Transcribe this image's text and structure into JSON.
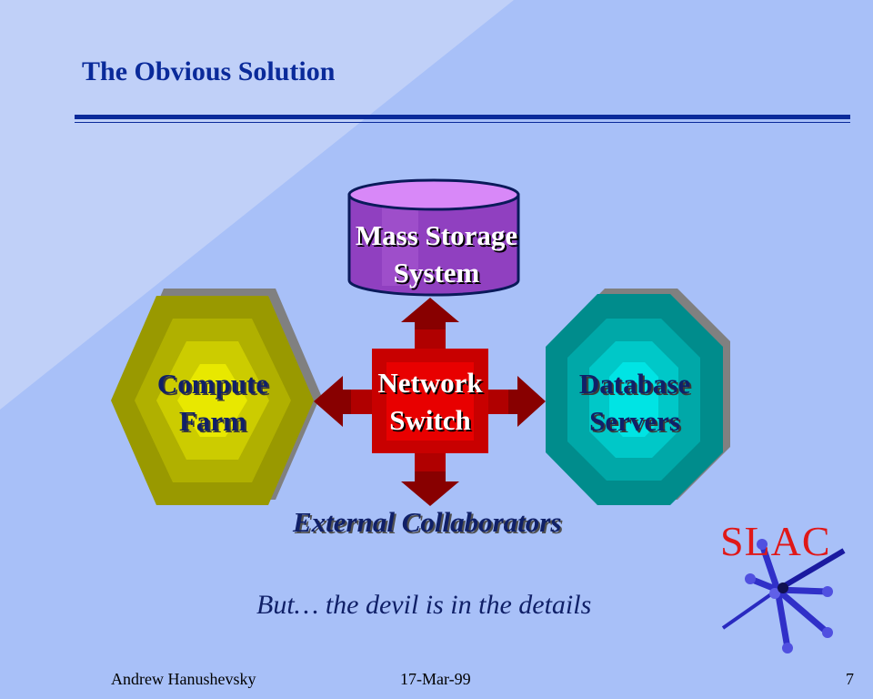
{
  "slide": {
    "title": "The Obvious Solution",
    "nodes": {
      "mass_storage": [
        "Mass Storage",
        "System"
      ],
      "network_switch": [
        "Network",
        "Switch"
      ],
      "compute_farm": [
        "Compute",
        "Farm"
      ],
      "database_servers": [
        "Database",
        "Servers"
      ]
    },
    "external_label": "External Collaborators",
    "tagline": "But… the devil is in the details",
    "logo_text": "SLAC",
    "footer": {
      "author": "Andrew Hanushevsky",
      "date": "17-Mar-99",
      "page": "7"
    }
  },
  "colors": {
    "background": "#a8c0f8",
    "title": "#0a2a9a",
    "switch": "#e00000",
    "storage": "#9040c0",
    "compute": "#b0b000",
    "database": "#00a8a8"
  }
}
